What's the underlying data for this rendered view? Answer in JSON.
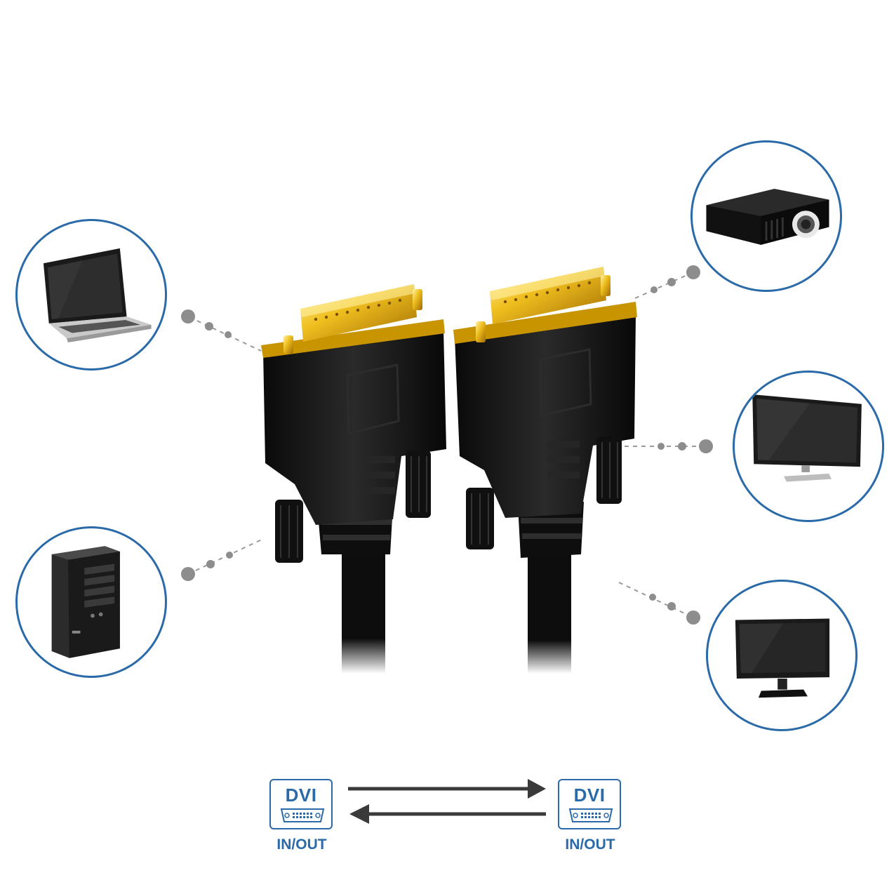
{
  "devices": {
    "laptop": {
      "icon": "laptop-icon"
    },
    "desktop": {
      "icon": "desktop-tower-icon"
    },
    "projector": {
      "icon": "projector-icon"
    },
    "tv": {
      "icon": "flat-tv-icon"
    },
    "monitor": {
      "icon": "monitor-icon"
    }
  },
  "ports": {
    "left": {
      "title": "DVI",
      "subtitle": "IN/OUT"
    },
    "right": {
      "title": "DVI",
      "subtitle": "IN/OUT"
    }
  },
  "colors": {
    "accent": "#2a6aa8",
    "connector": "#111111",
    "gold": "#e0a800",
    "dots": "#888888"
  }
}
